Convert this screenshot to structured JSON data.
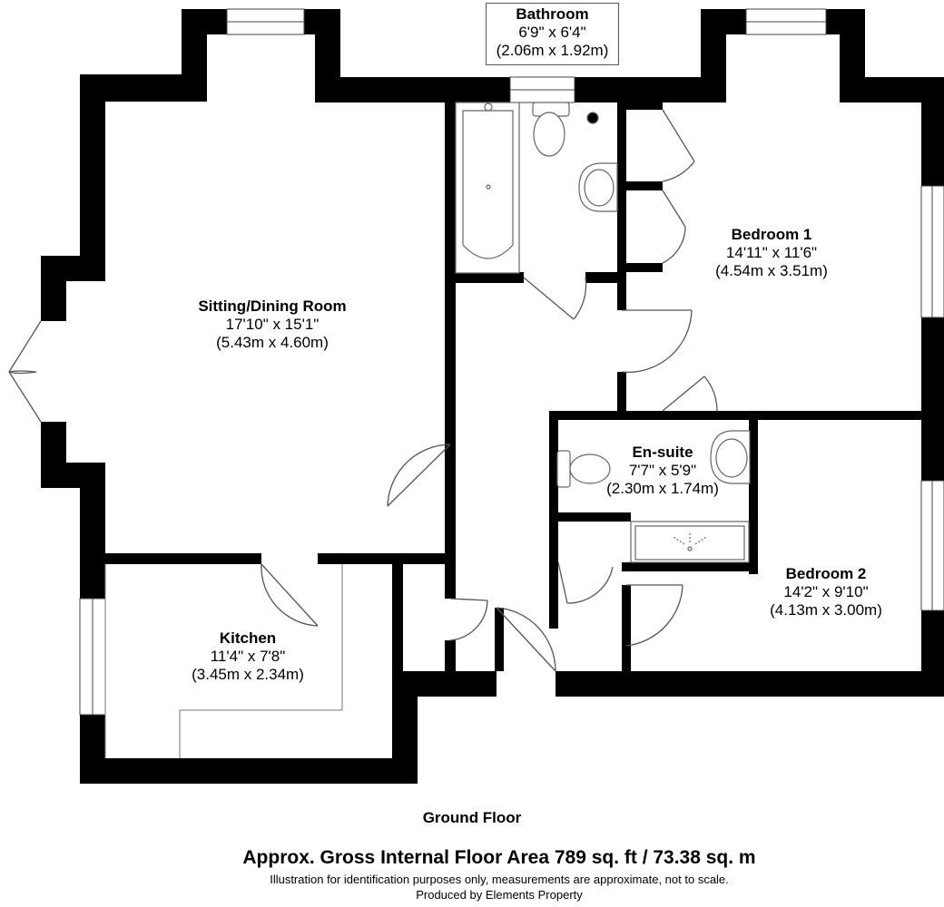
{
  "rooms": {
    "bathroom": {
      "name": "Bathroom",
      "imperial": "6'9\" x 6'4\"",
      "metric": "(2.06m x 1.92m)"
    },
    "sitting": {
      "name": "Sitting/Dining Room",
      "imperial": "17'10\" x 15'1\"",
      "metric": "(5.43m x 4.60m)"
    },
    "bedroom1": {
      "name": "Bedroom 1",
      "imperial": "14'11\" x 11'6\"",
      "metric": "(4.54m x 3.51m)"
    },
    "ensuite": {
      "name": "En-suite",
      "imperial": "7'7\" x 5'9\"",
      "metric": "(2.30m x 1.74m)"
    },
    "bedroom2": {
      "name": "Bedroom 2",
      "imperial": "14'2\" x 9'10\"",
      "metric": "(4.13m x 3.00m)"
    },
    "kitchen": {
      "name": "Kitchen",
      "imperial": "11'4\" x 7'8\"",
      "metric": "(3.45m x 2.34m)"
    }
  },
  "floor_name": "Ground Floor",
  "area_text": "Approx. Gross Internal Floor Area 789 sq. ft / 73.38 sq. m",
  "disclaimer": "Illustration for identification purposes only, measurements are approximate, not to scale.",
  "credit": "Produced by Elements Property",
  "colors": {
    "wall": "#000000",
    "window": "#ffffff",
    "fixture_stroke": "#555555",
    "background": "#ffffff"
  }
}
